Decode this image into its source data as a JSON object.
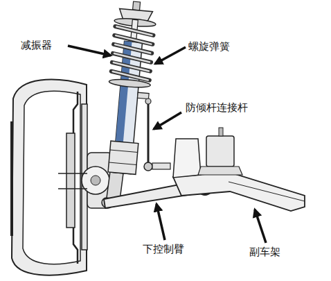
{
  "diagram": {
    "labels": [
      "减振器",
      "螺旋弹簧",
      "防倾杆连接杆",
      "下控制臂",
      "副车架"
    ]
  }
}
